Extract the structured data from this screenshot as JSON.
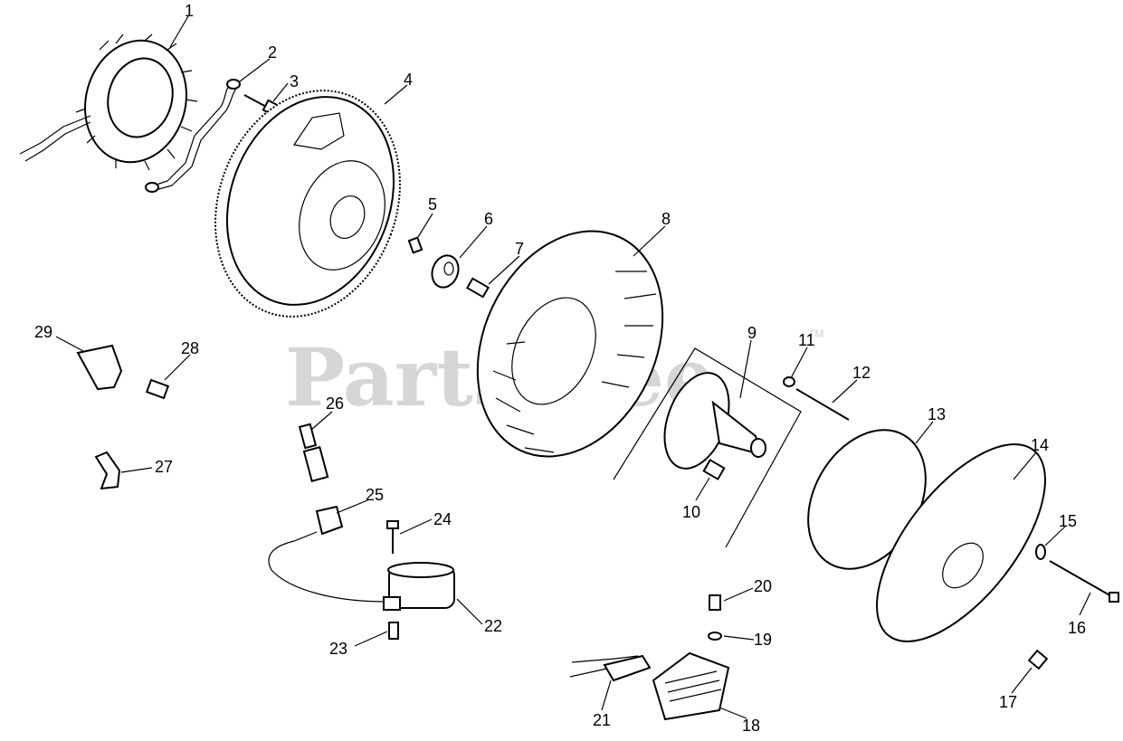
{
  "watermark": {
    "brand": "PartsTree",
    "trademark": "TM"
  },
  "callouts": [
    "1",
    "2",
    "3",
    "4",
    "5",
    "6",
    "7",
    "8",
    "9",
    "10",
    "11",
    "12",
    "13",
    "14",
    "15",
    "16",
    "17",
    "18",
    "19",
    "20",
    "21",
    "22",
    "23",
    "24",
    "25",
    "26",
    "27",
    "28",
    "29"
  ]
}
